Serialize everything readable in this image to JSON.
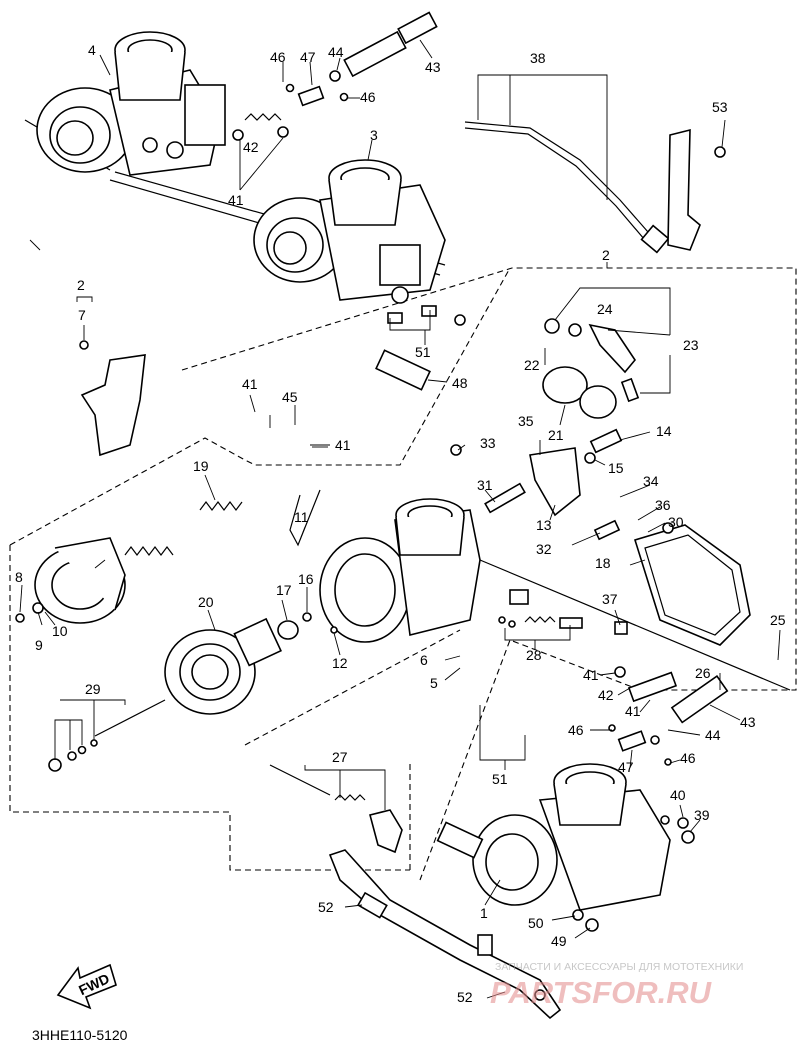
{
  "diagram": {
    "type": "exploded parts diagram",
    "subject": "carburetor assembly",
    "code": "3HHE110-5120",
    "direction_marker": "FWD"
  },
  "watermark": {
    "tagline": "ЗАПЧАСТИ И АКСЕССУАРЫ ДЛЯ МОТОТЕХНИКИ",
    "brand": "PARTSFOR.RU"
  },
  "callouts": {
    "c1": "1",
    "c2a": "2",
    "c2b": "2",
    "c3": "3",
    "c4": "4",
    "c5": "5",
    "c6": "6",
    "c7": "7",
    "c8": "8",
    "c9": "9",
    "c10": "10",
    "c11": "11",
    "c12": "12",
    "c13": "13",
    "c14": "14",
    "c15": "15",
    "c16": "16",
    "c17": "17",
    "c18": "18",
    "c19": "19",
    "c20": "20",
    "c21": "21",
    "c22": "22",
    "c23": "23",
    "c24": "24",
    "c25": "25",
    "c26": "26",
    "c27": "27",
    "c28": "28",
    "c29": "29",
    "c30": "30",
    "c31": "31",
    "c32": "32",
    "c33": "33",
    "c34": "34",
    "c35": "35",
    "c36": "36",
    "c37": "37",
    "c38": "38",
    "c39": "39",
    "c40": "40",
    "c41a": "41",
    "c41b": "41",
    "c41c": "41",
    "c41d": "41",
    "c41e": "41",
    "c42a": "42",
    "c42b": "42",
    "c43a": "43",
    "c43b": "43",
    "c44a": "44",
    "c44b": "44",
    "c45": "45",
    "c46a": "46",
    "c46b": "46",
    "c46c": "46",
    "c46d": "46",
    "c47a": "47",
    "c47b": "47",
    "c48": "48",
    "c49": "49",
    "c50": "50",
    "c51a": "51",
    "c51b": "51",
    "c52a": "52",
    "c52b": "52",
    "c53": "53"
  }
}
